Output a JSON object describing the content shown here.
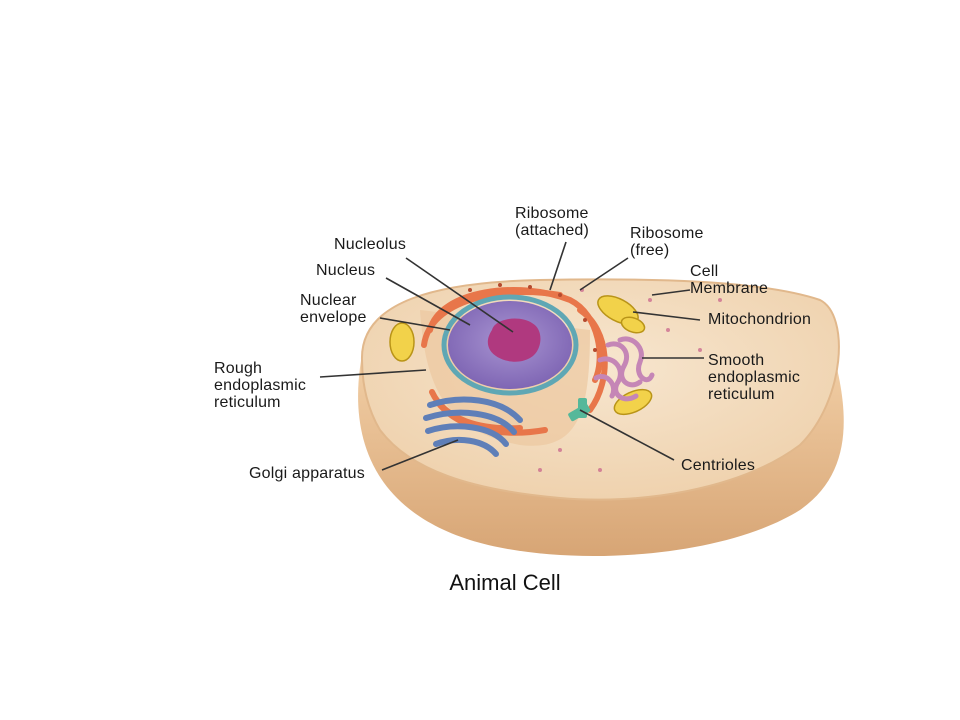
{
  "labels": {
    "ribosome_attached": "Ribosome\n(attached)",
    "ribosome_free": "Ribosome\n(free)",
    "nucleolus": "Nucleolus",
    "nucleus": "Nucleus",
    "cell_membrane": "Cell\nMembrane",
    "nuclear_envelope": "Nuclear\nenvelope",
    "mitochondrion": "Mitochondrion",
    "smooth_er": "Smooth\nendoplasmic\nreticulum",
    "rough_er": "Rough\nendoplasmic\nreticulum",
    "centrioles": "Centrioles",
    "golgi": "Golgi apparatus"
  },
  "caption": "Animal Cell",
  "colors": {
    "cytoplasm": "#f3dcc0",
    "cell_wall_side": "#e6b98c",
    "rough_er": "#e8764a",
    "nucleus": "#9b80c4",
    "nuclear_envelope": "#5fa7b4",
    "nucleolus": "#b0397f",
    "mitochondrion": "#f2d24a",
    "smooth_er": "#c586b6",
    "golgi": "#5f7fb8",
    "centrioles": "#55b89a",
    "leader_line": "#333333"
  }
}
